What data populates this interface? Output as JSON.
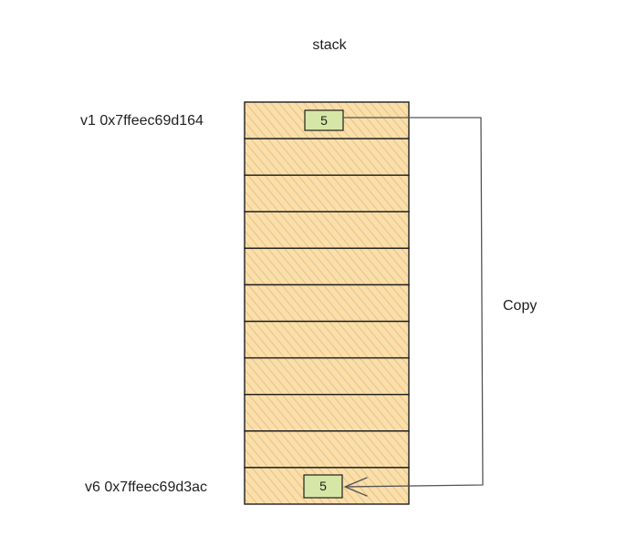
{
  "title": "stack",
  "slot_count": 11,
  "colors": {
    "slot_fill": "#f8e0ae",
    "hatch": "#f4c27a",
    "value_box_fill": "#d6e6a6",
    "stroke": "#1e1e1e",
    "arrow": "#555555"
  },
  "vars": {
    "top": {
      "label": "v1 0x7ffeec69d164",
      "value": "5"
    },
    "bottom": {
      "label": "v6 0x7ffeec69d3ac",
      "value": "5"
    }
  },
  "arrow_label": "Copy"
}
